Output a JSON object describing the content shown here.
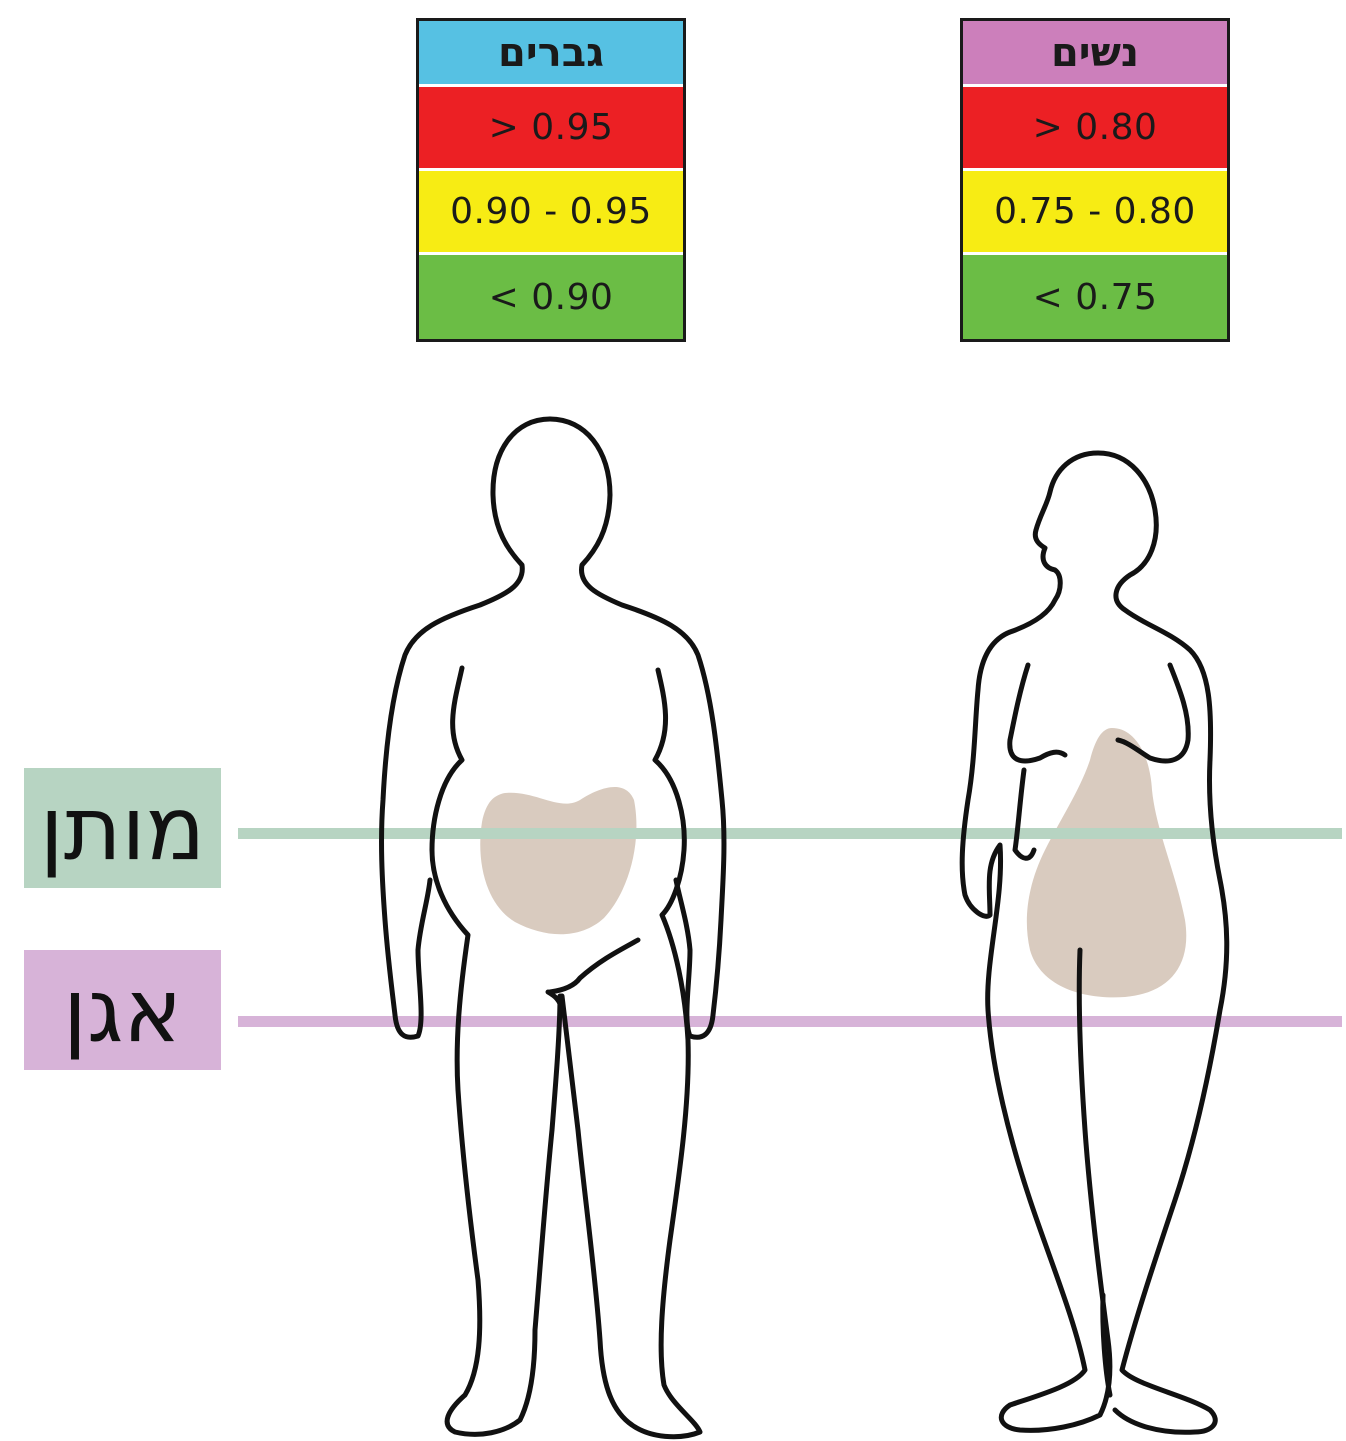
{
  "colors": {
    "men_header": "#56c1e3",
    "women_header": "#cc7fbb",
    "high": "#ec2024",
    "medium": "#f7ec14",
    "low": "#6bbd45",
    "waist": "#b7d4c2",
    "hip": "#d7b3d8",
    "fat": "#d9cbbf"
  },
  "men": {
    "header": "גברים",
    "rows": [
      "> 0.95",
      "0.90 - 0.95",
      "< 0.90"
    ]
  },
  "women": {
    "header": "נשים",
    "rows": [
      "> 0.80",
      "0.75 - 0.80",
      "< 0.75"
    ]
  },
  "labels": {
    "waist": "מותן",
    "hip": "אגן"
  }
}
